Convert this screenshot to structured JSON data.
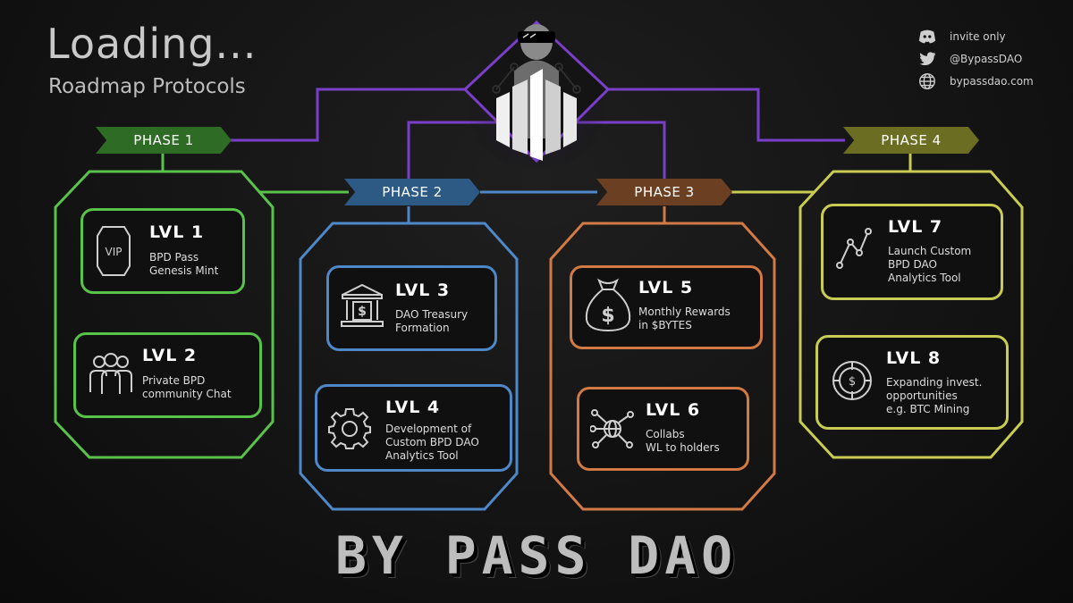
{
  "header": {
    "title": "Loading...",
    "subtitle": "Roadmap Protocols"
  },
  "social": [
    {
      "icon": "discord-icon",
      "label": "invite only"
    },
    {
      "icon": "twitter-icon",
      "label": "@BypassDAO"
    },
    {
      "icon": "globe-icon",
      "label": "bypassdao.com"
    }
  ],
  "phases": [
    {
      "label": "PHASE 1",
      "color": "#2e6b24",
      "border": "#58c24a"
    },
    {
      "label": "PHASE 2",
      "color": "#2c5a85",
      "border": "#4e88c8"
    },
    {
      "label": "PHASE 3",
      "color": "#6b3f22",
      "border": "#d27a45"
    },
    {
      "label": "PHASE 4",
      "color": "#6b6e22",
      "border": "#c9cc52"
    }
  ],
  "levels": [
    {
      "lvl": "LVL 1",
      "desc": "BPD Pass\nGenesis Mint",
      "icon": "vip-badge-icon",
      "icon_text": "VIP"
    },
    {
      "lvl": "LVL 2",
      "desc": "Private BPD\ncommunity Chat",
      "icon": "people-icon"
    },
    {
      "lvl": "LVL 3",
      "desc": "DAO Treasury\nFormation",
      "icon": "bank-icon"
    },
    {
      "lvl": "LVL 4",
      "desc": "Development of\nCustom BPD DAO\nAnalytics Tool",
      "icon": "gear-icon"
    },
    {
      "lvl": "LVL 5",
      "desc": "Monthly Rewards\nin $BYTES",
      "icon": "money-bag-icon"
    },
    {
      "lvl": "LVL 6",
      "desc": "Collabs\nWL to holders",
      "icon": "network-globe-icon"
    },
    {
      "lvl": "LVL 7",
      "desc": "Launch Custom\nBPD DAO\nAnalytics Tool",
      "icon": "line-chart-icon"
    },
    {
      "lvl": "LVL 8",
      "desc": "Expanding invest.\nopportunities\ne.g. BTC Mining",
      "icon": "target-coin-icon"
    }
  ],
  "brand": {
    "text": "BY PASS DAO"
  },
  "colors": {
    "purple": "#7a3fc9",
    "bg": "#141414"
  }
}
